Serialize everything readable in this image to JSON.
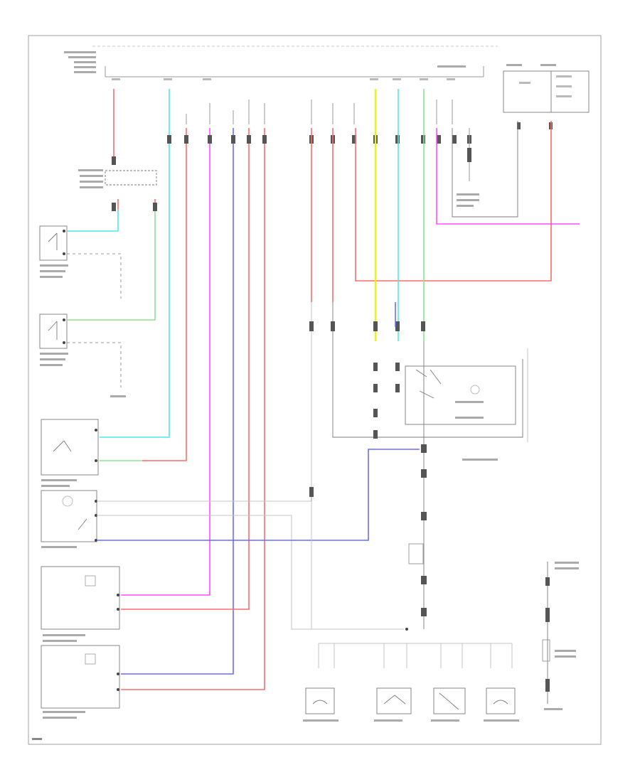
{
  "diagram": {
    "page_label": "",
    "components": [
      {
        "id": "left-lamp-assembly",
        "label": ""
      },
      {
        "id": "left-door-switch",
        "label": ""
      },
      {
        "id": "right-door-switch",
        "label": ""
      },
      {
        "id": "right-lamp-assembly",
        "label": ""
      },
      {
        "id": "room-light-assembly",
        "label": ""
      },
      {
        "id": "dome-light-assembly",
        "label": ""
      }
    ],
    "wire_colors": {
      "red": "#ff6b6b",
      "cyan": "#4ee8e8",
      "magenta": "#ff4cff",
      "blue": "#6a6aff",
      "green": "#8fe08f",
      "yellow": "#f2f200",
      "gray": "#9a9a9a"
    }
  }
}
